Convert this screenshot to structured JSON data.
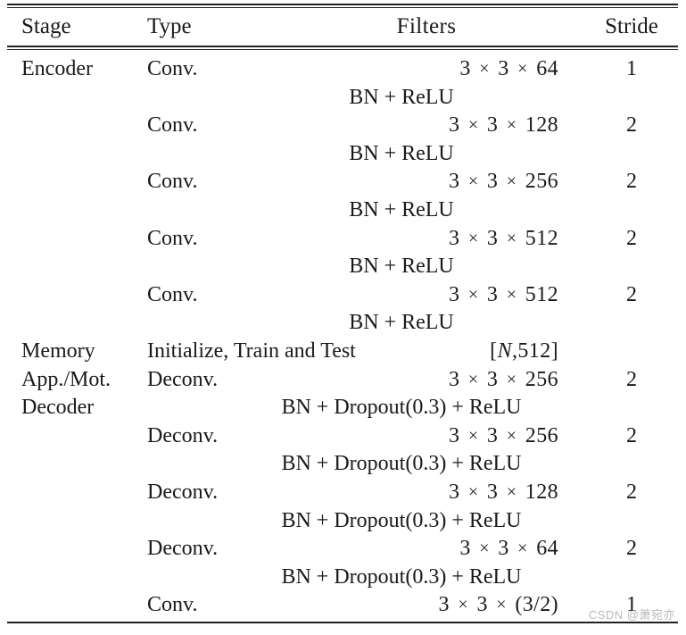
{
  "table": {
    "caption": "",
    "columns": [
      "Stage",
      "Type",
      "Filters",
      "Stride"
    ],
    "rows": [
      {
        "stage": "Encoder",
        "type": "Conv.",
        "filters": "3 × 3 × 64",
        "stride": "1"
      },
      {
        "stage": "",
        "type": "",
        "span": "BN + ReLU"
      },
      {
        "stage": "",
        "type": "Conv.",
        "filters": "3 × 3 × 128",
        "stride": "2"
      },
      {
        "stage": "",
        "type": "",
        "span": "BN + ReLU"
      },
      {
        "stage": "",
        "type": "Conv.",
        "filters": "3 × 3 × 256",
        "stride": "2"
      },
      {
        "stage": "",
        "type": "",
        "span": "BN + ReLU"
      },
      {
        "stage": "",
        "type": "Conv.",
        "filters": "3 × 3 × 512",
        "stride": "2"
      },
      {
        "stage": "",
        "type": "",
        "span": "BN + ReLU"
      },
      {
        "stage": "",
        "type": "Conv.",
        "filters": "3 × 3 × 512",
        "stride": "2"
      },
      {
        "stage": "",
        "type": "",
        "span": "BN + ReLU"
      },
      {
        "stage": "Memory",
        "type": "Initialize, Train and Test",
        "filters": "[N,512]",
        "stride": ""
      },
      {
        "stage": "App./Mot.",
        "type": "Deconv.",
        "filters": "3 × 3 × 256",
        "stride": "2"
      },
      {
        "stage": "Decoder",
        "type": "",
        "span": "BN + Dropout(0.3) + ReLU"
      },
      {
        "stage": "",
        "type": "Deconv.",
        "filters": "3 × 3 × 256",
        "stride": "2"
      },
      {
        "stage": "",
        "type": "",
        "span": "BN + Dropout(0.3) + ReLU"
      },
      {
        "stage": "",
        "type": "Deconv.",
        "filters": "3 × 3 × 128",
        "stride": "2"
      },
      {
        "stage": "",
        "type": "",
        "span": "BN + Dropout(0.3) + ReLU"
      },
      {
        "stage": "",
        "type": "Deconv.",
        "filters": "3 × 3 × 64",
        "stride": "2"
      },
      {
        "stage": "",
        "type": "",
        "span": "BN + Dropout(0.3) + ReLU"
      },
      {
        "stage": "",
        "type": "Conv.",
        "filters": "3 × 3 × (3/2)",
        "stride": "1"
      }
    ]
  },
  "watermark": {
    "text": "CSDN @萧宛亦"
  },
  "colors": {
    "text": "#1a1a1a",
    "rule": "#222222",
    "watermark": "#b9b9b9",
    "background": "#ffffff"
  }
}
